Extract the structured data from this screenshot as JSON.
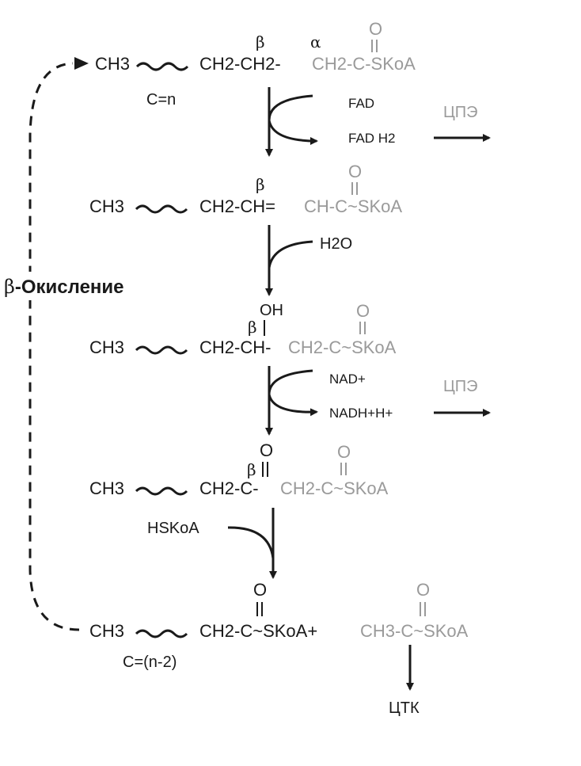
{
  "colors": {
    "dark": "#1a1a1a",
    "grey": "#9a9a9a"
  },
  "cycle_label": {
    "beta": "β",
    "text": "-Окисление"
  },
  "rows": [
    {
      "ch3": "CH3",
      "chain_dark": "CH2-CH2-",
      "chain_grey": "CH2-C-SKoA",
      "carbonyl_grey": "O",
      "beta": "β",
      "alpha": "α",
      "count": "C=n"
    },
    {
      "ch3": "CH3",
      "chain_dark": "CH2-CH=",
      "chain_grey": "CH-C~SKoA",
      "carbonyl_grey": "O",
      "beta": "β"
    },
    {
      "ch3": "CH3",
      "chain_dark": "CH2-CH-",
      "chain_grey": "CH2-C~SKoA",
      "carbonyl_grey": "O",
      "beta": "β",
      "hydroxyl": "OH"
    },
    {
      "ch3": "CH3",
      "chain_dark": "CH2-C-",
      "chain_grey": "CH2-C~SKoA",
      "carbonyl_dark": "O",
      "carbonyl_grey": "O",
      "beta": "β"
    },
    {
      "ch3": "CH3",
      "chain_dark": "CH2-C~SKoA+",
      "chain_grey": "CH3-C~SKoA",
      "carbonyl_dark": "O",
      "carbonyl_grey": "O",
      "count": "C=(n-2)"
    }
  ],
  "steps": {
    "s1": {
      "in": "FAD",
      "out": "FAD H2",
      "dest": "ЦПЭ"
    },
    "s2": {
      "in": "H2O"
    },
    "s3": {
      "in": "NAD+",
      "out": "NADH+H+",
      "dest": "ЦПЭ"
    },
    "s4": {
      "in": "HSKoA"
    },
    "s5": {
      "dest": "ЦТК"
    }
  }
}
